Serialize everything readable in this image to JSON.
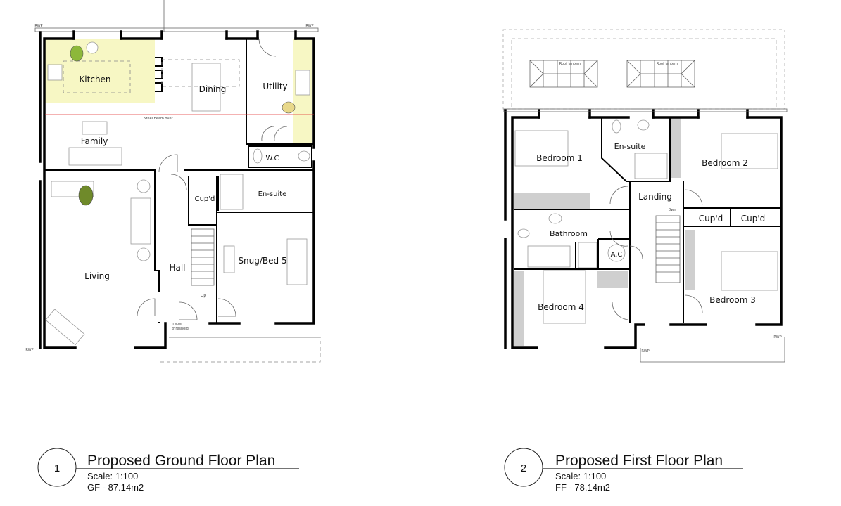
{
  "ground_floor": {
    "rooms": {
      "kitchen": "Kitchen",
      "dining": "Dining",
      "utility": "Utility",
      "family": "Family",
      "wc": "W.C",
      "cupd": "Cup'd",
      "ensuite": "En-suite",
      "living": "Living",
      "hall": "Hall",
      "snug": "Snug/Bed 5"
    },
    "notes": {
      "steel_beam": "Steel beam over",
      "up": "Up",
      "level_threshold_1": "Level",
      "level_threshold_2": "threshold",
      "rwp": "RWP"
    },
    "caption": {
      "number": "1",
      "title": "Proposed Ground Floor Plan",
      "scale": "Scale: 1:100",
      "area": "GF - 87.14m2"
    }
  },
  "first_floor": {
    "rooms": {
      "bedroom1": "Bedroom 1",
      "ensuite": "En-suite",
      "bedroom2": "Bedroom 2",
      "landing": "Landing",
      "cupd1": "Cup'd",
      "cupd2": "Cup'd",
      "bathroom": "Bathroom",
      "ac": "A.C",
      "bedroom4": "Bedroom 4",
      "bedroom3": "Bedroom 3"
    },
    "notes": {
      "roof_lantern": "Roof lantern",
      "down": "Dwn",
      "rwp": "RWP"
    },
    "caption": {
      "number": "2",
      "title": "Proposed First Floor Plan",
      "scale": "Scale: 1:100",
      "area": "FF - 78.14m2"
    }
  },
  "colors": {
    "kitchen_fill": "#f7f7c4",
    "steel_beam_line": "#e03030",
    "storage_grey": "#cfcfcf",
    "figure_green": "#8db83a"
  }
}
